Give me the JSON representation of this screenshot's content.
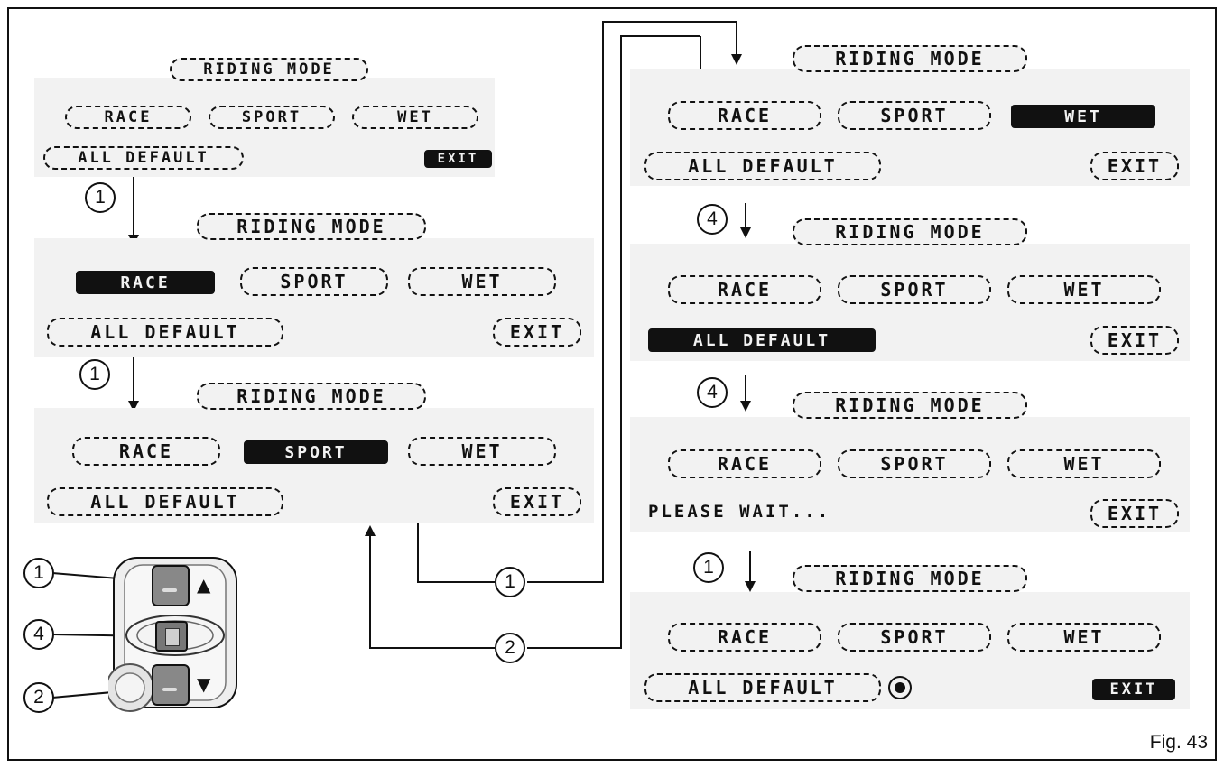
{
  "menu": {
    "title": "RIDING MODE",
    "race": "RACE",
    "sport": "SPORT",
    "wet": "WET",
    "all_default": "ALL DEFAULT",
    "exit": "EXIT",
    "please_wait": "PLEASE WAIT..."
  },
  "steps": {
    "s1": "1",
    "s2": "1",
    "s3": "1",
    "s4": "2",
    "s5": "4",
    "s6": "4",
    "s7": "1"
  },
  "control": {
    "up": "1",
    "enter": "4",
    "down": "2",
    "up_arrow": "▲",
    "down_arrow": "▼"
  },
  "figure_label": "Fig. 43"
}
